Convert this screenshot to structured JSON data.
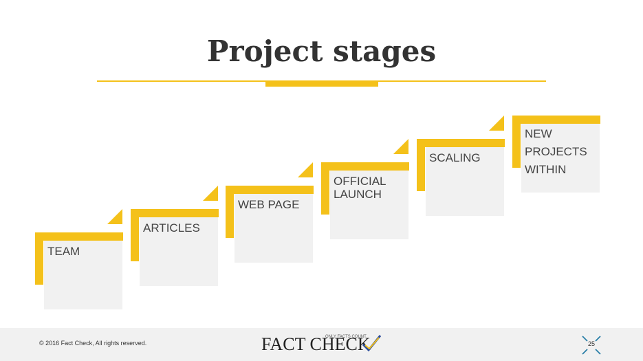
{
  "slide": {
    "title": "Project stages",
    "stages": [
      {
        "label": "TEAM"
      },
      {
        "label": "ARTICLES"
      },
      {
        "label": "WEB PAGE"
      },
      {
        "label": "OFFICIAL LAUNCH"
      },
      {
        "label": "SCALING"
      },
      {
        "label": "NEW PROJECTS WITHIN"
      }
    ]
  },
  "footer": {
    "copyright": "© 2016 Fact Check, All rights reserved.",
    "logo_text": "FACT CHECK",
    "logo_tagline": "ONLY FACTS COUNT",
    "page_number": "25"
  },
  "colors": {
    "accent": "#F4C11A",
    "box": "#F1F1F1",
    "text": "#444444",
    "footer_bg": "#F1F1F1"
  }
}
